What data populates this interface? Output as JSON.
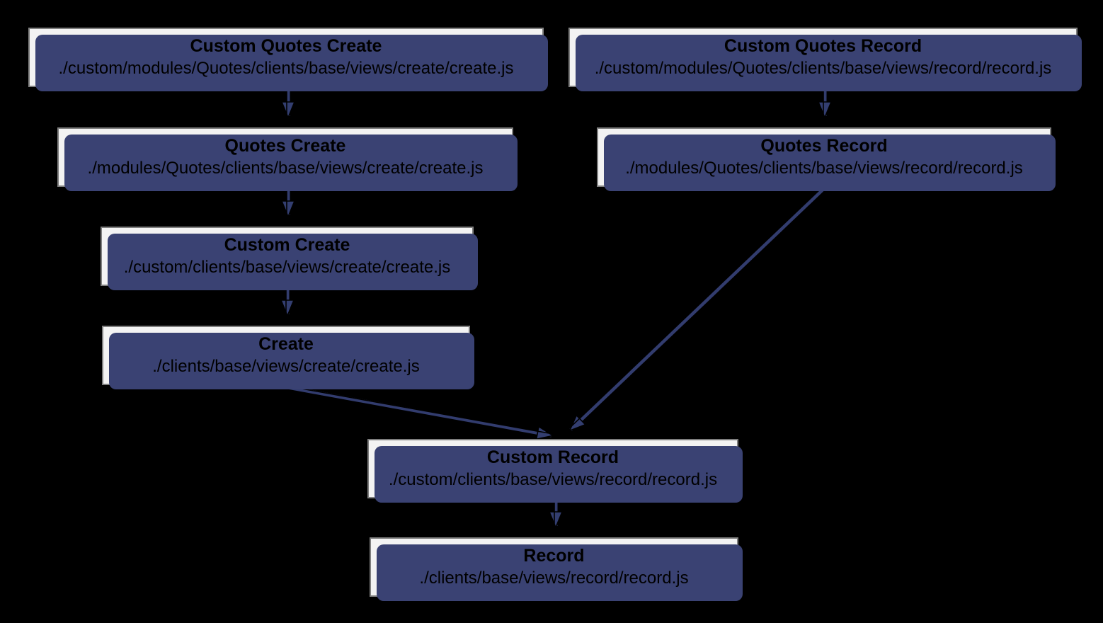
{
  "diagram": {
    "description": "File override / inheritance flow of Quotes view JavaScript files",
    "colors": {
      "background": "#000000",
      "node_fill": "#f3f3f3",
      "node_border": "#7f7f7f",
      "node_shadow": "#3a4273",
      "edge": "#323c6e",
      "text": "#000000"
    },
    "nodes": [
      {
        "id": "custom-quotes-create",
        "title": "Custom Quotes Create",
        "path": "./custom/modules/Quotes/clients/base/views/create/create.js"
      },
      {
        "id": "custom-quotes-record",
        "title": "Custom Quotes Record",
        "path": "./custom/modules/Quotes/clients/base/views/record/record.js"
      },
      {
        "id": "quotes-create",
        "title": "Quotes Create",
        "path": "./modules/Quotes/clients/base/views/create/create.js"
      },
      {
        "id": "quotes-record",
        "title": "Quotes Record",
        "path": "./modules/Quotes/clients/base/views/record/record.js"
      },
      {
        "id": "custom-create",
        "title": "Custom Create",
        "path": "./custom/clients/base/views/create/create.js"
      },
      {
        "id": "create",
        "title": "Create",
        "path": "./clients/base/views/create/create.js"
      },
      {
        "id": "custom-record",
        "title": "Custom Record",
        "path": "./custom/clients/base/views/record/record.js"
      },
      {
        "id": "record",
        "title": "Record",
        "path": "./clients/base/views/record/record.js"
      }
    ],
    "edges": [
      {
        "from": "custom-quotes-create",
        "to": "quotes-create"
      },
      {
        "from": "quotes-create",
        "to": "custom-create"
      },
      {
        "from": "custom-create",
        "to": "create"
      },
      {
        "from": "create",
        "to": "custom-record"
      },
      {
        "from": "custom-quotes-record",
        "to": "quotes-record"
      },
      {
        "from": "quotes-record",
        "to": "custom-record"
      },
      {
        "from": "custom-record",
        "to": "record"
      }
    ]
  }
}
